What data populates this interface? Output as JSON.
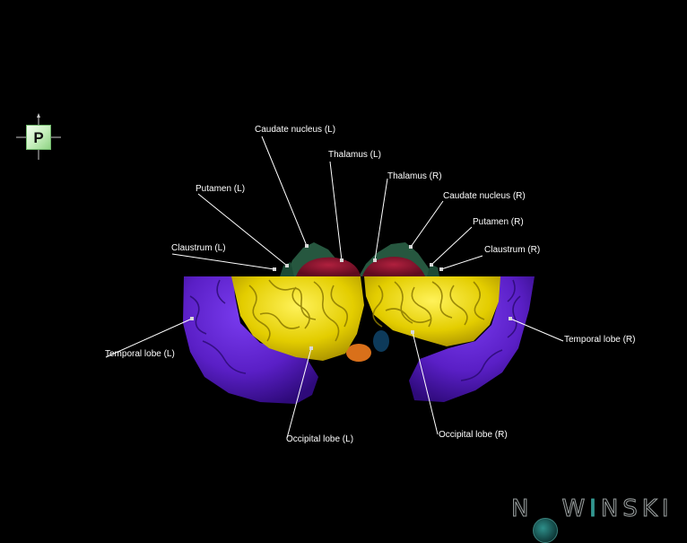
{
  "orientation": {
    "label": "P"
  },
  "labels": {
    "caudate_l": "Caudate nucleus (L)",
    "thalamus_l": "Thalamus (L)",
    "thalamus_r": "Thalamus (R)",
    "putamen_l": "Putamen (L)",
    "caudate_r": "Caudate nucleus (R)",
    "putamen_r": "Putamen (R)",
    "claustrum_l": "Claustrum (L)",
    "claustrum_r": "Claustrum (R)",
    "temporal_r": "Temporal lobe (R)",
    "temporal_l": "Temporal lobe (L)",
    "occipital_l": "Occipital lobe (L)",
    "occipital_r": "Occipital lobe (R)"
  },
  "logo": {
    "text_before": "N",
    "text_o": "O",
    "text_after": "W",
    "text_i": "I",
    "text_end": "NSKI"
  },
  "colors": {
    "occipital": "#e4d200",
    "temporal": "#5a1fc6",
    "thalamus": "#8e1530",
    "caudate": "#24543c",
    "orange": "#e27a18"
  }
}
